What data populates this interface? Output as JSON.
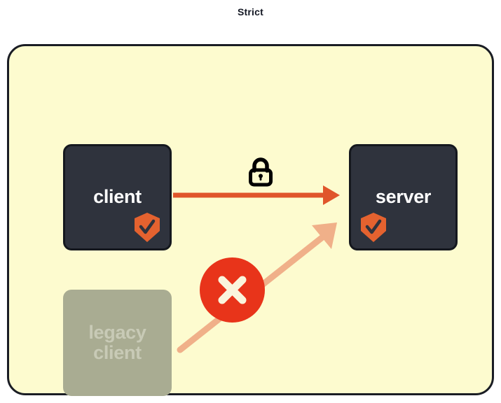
{
  "title": "Strict",
  "colors": {
    "panel_fill": "#fdfbcf",
    "panel_border": "#1a1d24",
    "node_fill": "#2f333d",
    "node_border": "#15181e",
    "node_text": "#ffffff",
    "legacy_fill": "#a9ac92",
    "legacy_text": "#c8cab6",
    "arrow_secure": "#e0552b",
    "arrow_blocked": "#f0b089",
    "block_circle": "#e8341a",
    "block_mark": "#faf5dc",
    "shield": "#e4622f",
    "lock": "#000000"
  },
  "nodes": {
    "client": {
      "label": "client",
      "badge": "verified-shield-icon"
    },
    "server": {
      "label": "server",
      "badge": "verified-shield-icon"
    },
    "legacy": {
      "label_line1": "legacy",
      "label_line2": "client",
      "badge": "none"
    }
  },
  "connections": {
    "secure": {
      "from": "client",
      "to": "server",
      "icon": "padlock-icon",
      "state": "allowed"
    },
    "blocked": {
      "from": "legacy client",
      "to": "server",
      "icon": "x-circle-icon",
      "state": "blocked"
    }
  }
}
